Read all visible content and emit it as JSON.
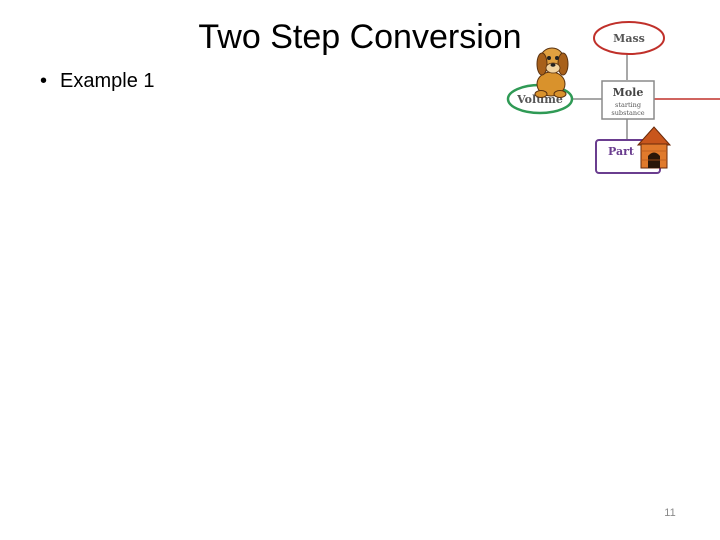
{
  "slide": {
    "title": "Two Step Conversion",
    "bullets": [
      "Example 1"
    ],
    "page_number": "11"
  },
  "diagram": {
    "nodes": {
      "mass": "Mass",
      "mole": "Mole",
      "mole_sub_1": "starting",
      "mole_sub_2": "substance",
      "volume": "Volume",
      "particles": "Part"
    }
  },
  "colors": {
    "mass_ring": "#c0302a",
    "volume_ring": "#2f9a55",
    "particles_box": "#6a3d8f",
    "connector_gray": "#8a8a8a",
    "connector_red": "#c0302a",
    "dog_fur": "#d9922c",
    "doghouse": "#e07a2c"
  },
  "icons": [
    "dog-clipart-icon",
    "doghouse-clipart-icon"
  ]
}
